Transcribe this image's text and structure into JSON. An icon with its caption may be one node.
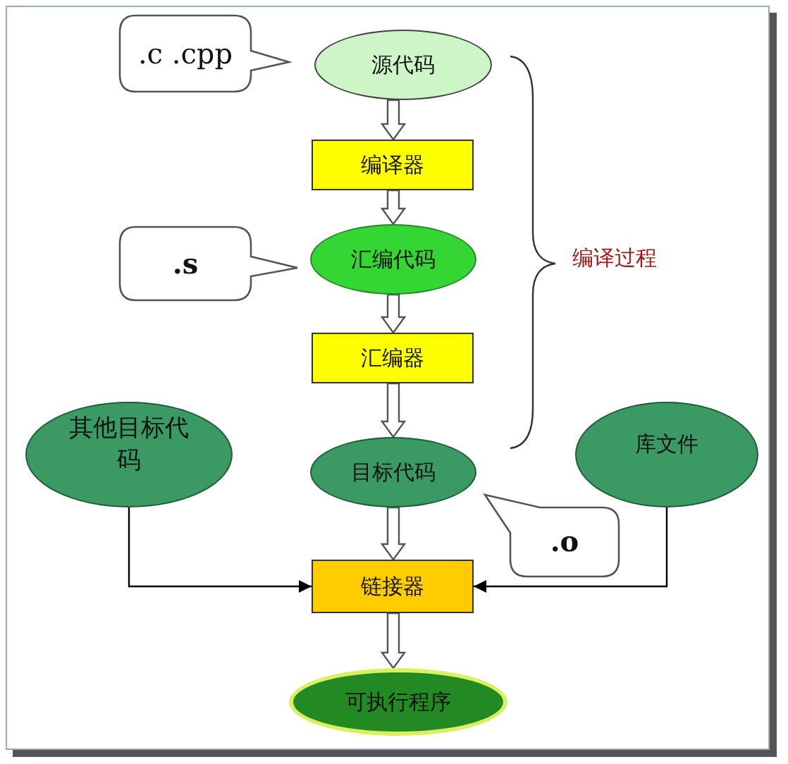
{
  "diagram": {
    "nodes": [
      {
        "text": [
          "源代码"
        ]
      },
      {
        "text": [
          "编译器"
        ]
      },
      {
        "text": [
          "汇编代码"
        ]
      },
      {
        "text": [
          "汇编器"
        ]
      },
      {
        "text": [
          "其他目标代码"
        ]
      },
      {
        "text": [
          "目标代码"
        ]
      },
      {
        "text": [
          "库文件"
        ]
      },
      {
        "text": [
          "链接器"
        ]
      },
      {
        "text": [
          "可执行程序"
        ]
      },
      {
        "text": [
          ".c .cpp"
        ]
      },
      {
        "text": [
          ".s"
        ]
      },
      {
        "text": [
          ".o"
        ]
      }
    ],
    "edges": [
      {
        "from": 0,
        "to": 1,
        "arrow": "to",
        "style": "thick"
      },
      {
        "from": 1,
        "to": 2,
        "arrow": "to",
        "style": "thick"
      },
      {
        "from": 2,
        "to": 3,
        "arrow": "to",
        "style": "thick"
      },
      {
        "from": 3,
        "to": 5,
        "arrow": "to",
        "style": "thick"
      },
      {
        "from": 5,
        "to": 7,
        "arrow": "to",
        "style": "thick"
      },
      {
        "from": 4,
        "to": 7,
        "arrow": "to"
      },
      {
        "from": 6,
        "to": 7,
        "arrow": "to"
      },
      {
        "from": 7,
        "to": 8,
        "arrow": "to",
        "style": "thick"
      }
    ],
    "labels": [
      "编译过程"
    ]
  }
}
